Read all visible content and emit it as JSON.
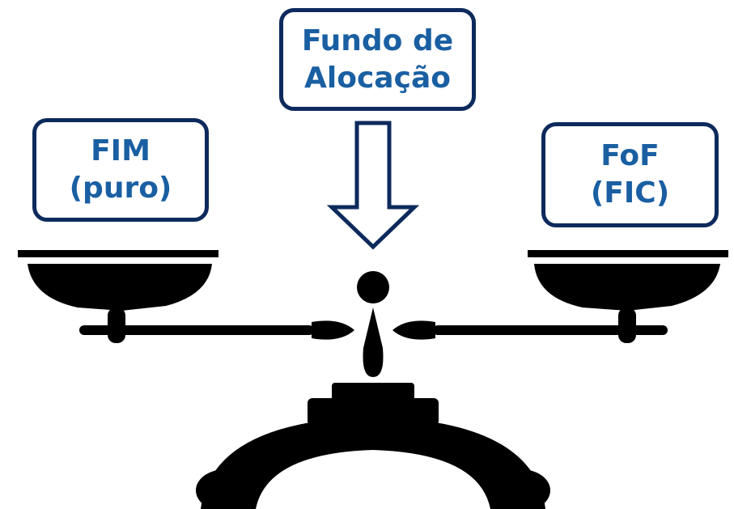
{
  "center_box": {
    "line1": "Fundo de",
    "line2": "Alocação"
  },
  "left_box": {
    "line1": "FIM",
    "line2": "(puro)"
  },
  "right_box": {
    "line1": "FoF",
    "line2": "(FIC)"
  },
  "colors": {
    "box_border": "#0d2a5c",
    "text": "#1a5fa2",
    "scale": "#000000"
  }
}
